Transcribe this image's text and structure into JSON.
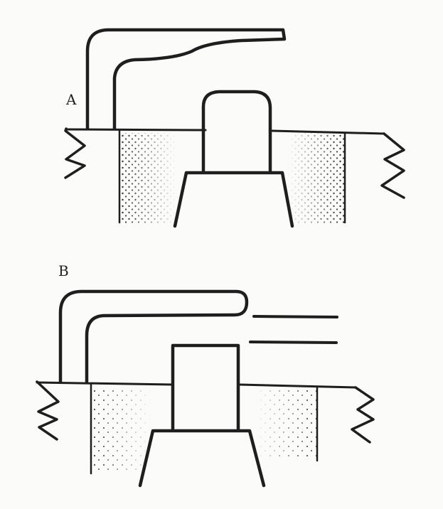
{
  "diagram": {
    "ink_color": "#1e1e1e",
    "paper_color": "#fbfbfa",
    "panels": [
      {
        "id": "a",
        "label": "A"
      },
      {
        "id": "b",
        "label": "B"
      }
    ]
  }
}
